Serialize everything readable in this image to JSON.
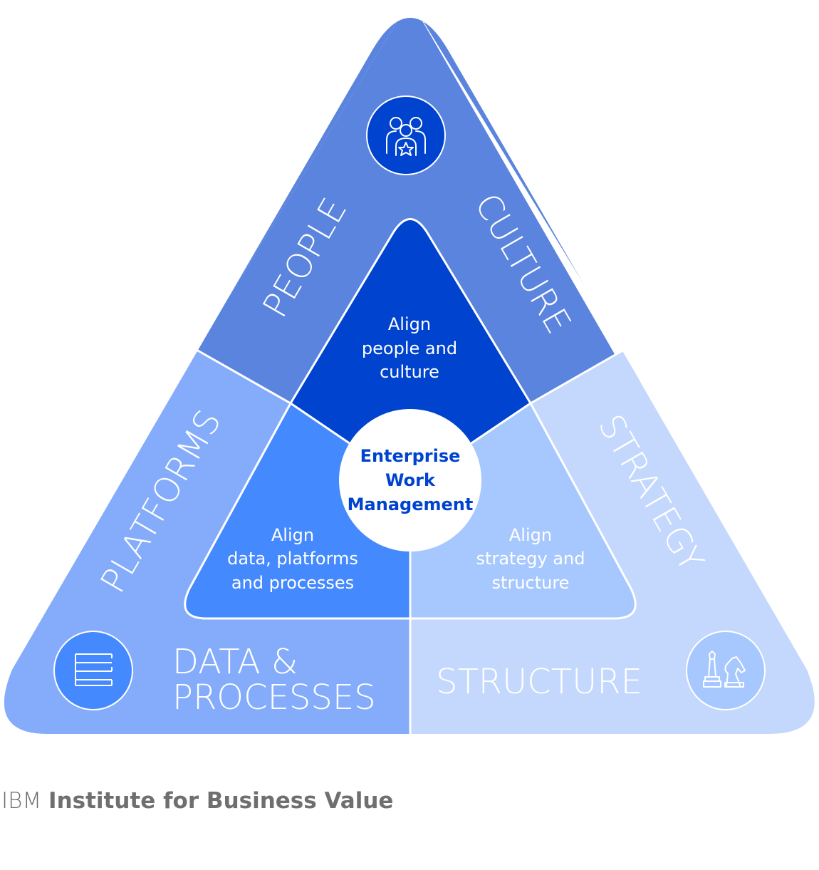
{
  "sections": {
    "people": "PEOPLE",
    "culture": "CULTURE",
    "platforms": "PLATFORMS",
    "strategy": "STRATEGY",
    "data_line1": "DATA &",
    "data_line2": "PROCESSES",
    "structure": "STRUCTURE"
  },
  "inner": {
    "top": [
      "Align",
      "people and",
      "culture"
    ],
    "left": [
      "Align",
      "data, platforms",
      "and processes"
    ],
    "right": [
      "Align",
      "strategy and",
      "structure"
    ]
  },
  "center": [
    "Enterprise",
    "Work",
    "Management"
  ],
  "icons": {
    "top": "people-star-icon",
    "left": "stacked-layers-icon",
    "right": "chess-pieces-icon"
  },
  "footer": {
    "brand": "IBM",
    "org": "Institute for Business Value"
  },
  "colors": {
    "top_outer": "#5b84de",
    "left_outer": "#84acfb",
    "right_outer": "#c3d8fc",
    "inner_top": "#0043ce",
    "inner_left": "#4589ff",
    "inner_right": "#a6c8ff",
    "center_text": "#0043ce"
  }
}
